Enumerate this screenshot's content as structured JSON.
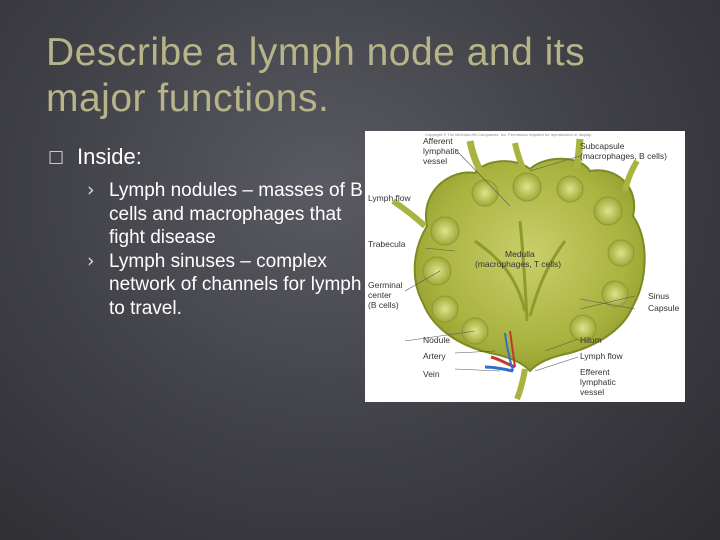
{
  "slide": {
    "title": "Describe a lymph node and its major functions.",
    "bullet": {
      "glyph": "□",
      "text": "Inside:",
      "subs": [
        {
          "glyph": "›",
          "text": "Lymph nodules – masses of B cells and macrophages that fight disease"
        },
        {
          "glyph": "›",
          "text": "Lymph sinuses – complex network of channels for lymph to travel."
        }
      ]
    }
  },
  "figure": {
    "copyright": "Copyright © The McGraw-Hill Companies, Inc. Permission required for reproduction or display.",
    "labels": {
      "afferent_1": "Afferent",
      "afferent_2": "lymphatic",
      "afferent_3": "vessel",
      "subcapsule_1": "Subcapsule",
      "subcapsule_2": "(macrophages, B cells)",
      "lymph_flow_left": "Lymph flow",
      "trabecula": "Trabecula",
      "medulla_1": "Medulla",
      "medulla_2": "(macrophages, T cells)",
      "germinal_1": "Germinal",
      "germinal_2": "center",
      "germinal_3": "(B cells)",
      "sinus": "Sinus",
      "capsule": "Capsule",
      "nodule": "Nodule",
      "hilum": "Hilum",
      "artery": "Artery",
      "lymph_flow_right": "Lymph flow",
      "vein": "Vein",
      "efferent_1": "Efferent",
      "efferent_2": "lymphatic",
      "efferent_3": "vessel"
    }
  }
}
